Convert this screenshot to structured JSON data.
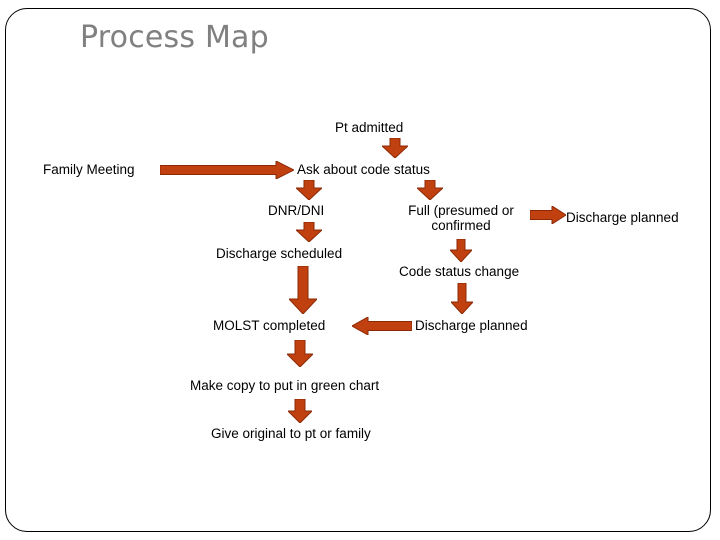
{
  "slide": {
    "title": "Process Map",
    "title_color": "#808080",
    "border_color": "#000000",
    "background": "#ffffff"
  },
  "theme": {
    "arrow_fill": "#C0400F",
    "arrow_stroke": "#8C2A06",
    "text_color": "#000000"
  },
  "diagram": {
    "type": "flowchart",
    "nodes": [
      {
        "id": "pt-admitted",
        "label": "Pt admitted"
      },
      {
        "id": "family-meeting",
        "label": "Family Meeting"
      },
      {
        "id": "ask-code-status",
        "label": "Ask about code status"
      },
      {
        "id": "dnr-dni",
        "label": "DNR/DNI"
      },
      {
        "id": "full-code",
        "label": "Full (presumed or confirmed"
      },
      {
        "id": "discharge-planned-right",
        "label": "Discharge planned"
      },
      {
        "id": "discharge-scheduled",
        "label": "Discharge scheduled"
      },
      {
        "id": "code-status-change",
        "label": "Code status change"
      },
      {
        "id": "molst-completed",
        "label": "MOLST completed"
      },
      {
        "id": "discharge-planned-mid",
        "label": "Discharge planned"
      },
      {
        "id": "make-copy",
        "label": "Make copy to put in green chart"
      },
      {
        "id": "give-original",
        "label": "Give original to pt or family"
      }
    ],
    "connectors": [
      {
        "id": "family-meeting-to-ask",
        "direction": "right"
      },
      {
        "id": "pt-admitted-to-ask",
        "direction": "down"
      },
      {
        "id": "ask-to-dnr",
        "direction": "down"
      },
      {
        "id": "ask-to-full",
        "direction": "down"
      },
      {
        "id": "dnr-to-discharge-scheduled",
        "direction": "down"
      },
      {
        "id": "full-to-discharge-planned-right",
        "direction": "right"
      },
      {
        "id": "full-to-code-status-change",
        "direction": "down"
      },
      {
        "id": "discharge-scheduled-to-molst",
        "direction": "down"
      },
      {
        "id": "code-status-change-to-discharge-planned",
        "direction": "down"
      },
      {
        "id": "discharge-planned-to-molst",
        "direction": "left"
      },
      {
        "id": "molst-to-make-copy",
        "direction": "down"
      },
      {
        "id": "make-copy-to-give-original",
        "direction": "down"
      }
    ]
  }
}
